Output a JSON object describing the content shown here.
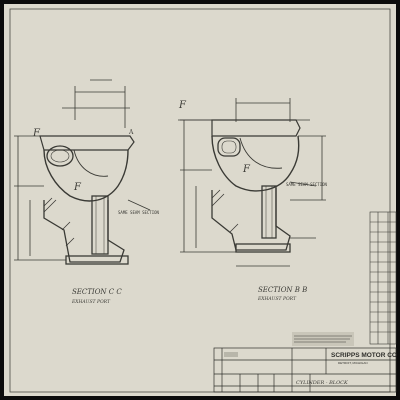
{
  "sections": {
    "left": {
      "title": "SECTION C C",
      "subtitle": "EXHAUST PORT",
      "note": "SAME SEAM SECTION"
    },
    "right": {
      "title": "SECTION B B",
      "subtitle": "EXHAUST PORT",
      "note": "SAME SEAM SECTION"
    }
  },
  "callouts": {
    "f_label": "F",
    "letter_a": "A"
  },
  "title_block": {
    "company": "SCRIPPS MOTOR CO",
    "location": "DETROIT, MICHIGAN",
    "part_name": "CYLINDER - BLOCK"
  },
  "colors": {
    "paper": "#dcd9cd",
    "ink": "#3a3a35",
    "border": "#0a0a0a"
  }
}
